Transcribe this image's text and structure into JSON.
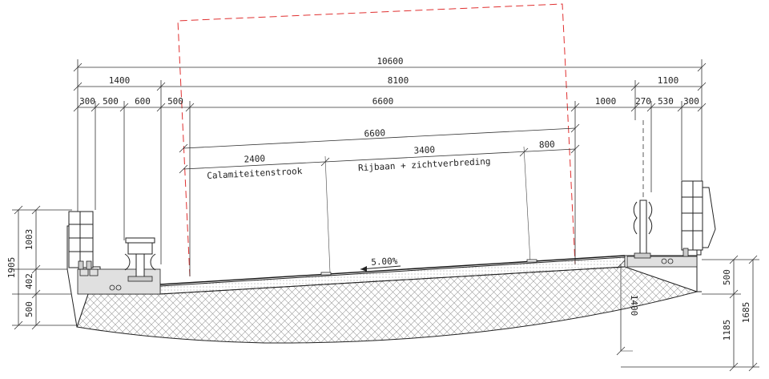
{
  "dimensions": {
    "overall": "10600",
    "left_zone": "1400",
    "center_zone": "8100",
    "right_zone": "1100",
    "sub_300_left": "300",
    "sub_500_a": "500",
    "sub_600": "600",
    "sub_500_b": "500",
    "sub_6600": "6600",
    "sub_1000": "1000",
    "sub_270": "270",
    "sub_530": "530",
    "sub_300_right": "300",
    "slope_6600": "6600",
    "lane_2400": "2400",
    "lane_3400": "3400",
    "lane_800": "800",
    "left_1905": "1905",
    "left_1003": "1003",
    "left_402": "402",
    "left_500": "500",
    "right_500": "500",
    "right_1185": "1185",
    "right_1685": "1685",
    "depth_1400": "1400"
  },
  "labels": {
    "emergency_lane": "Calamiteitenstrook",
    "roadway": "Rijbaan + zichtverbreding",
    "slope": "5.00%"
  },
  "colors": {
    "line": "#222222",
    "clearance": "#e03030",
    "hatch": "#9a9a9a"
  }
}
